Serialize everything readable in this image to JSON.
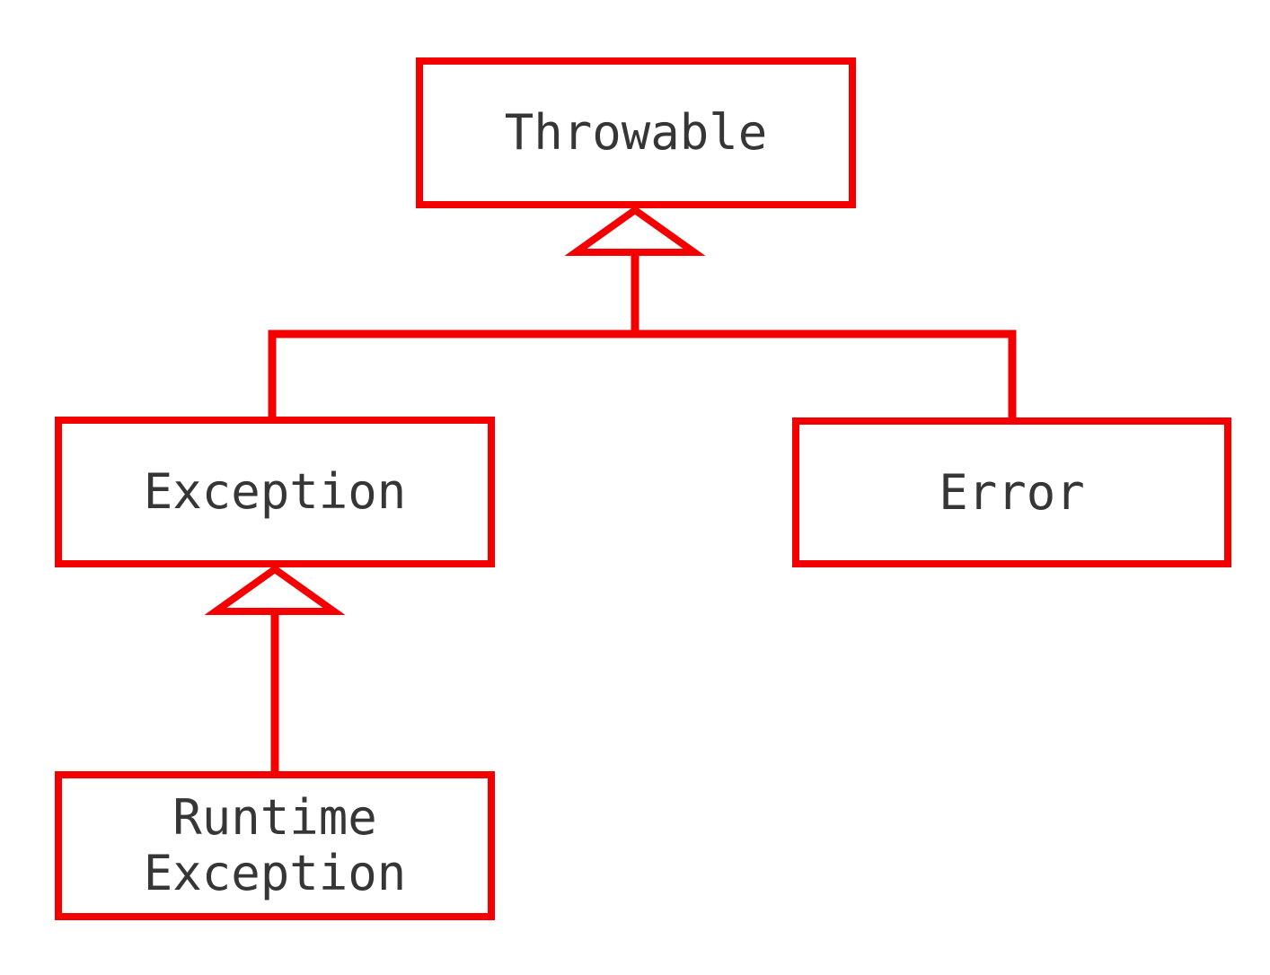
{
  "diagram": {
    "kind": "uml-inheritance-hierarchy",
    "nodes": [
      {
        "id": "throwable",
        "label": "Throwable"
      },
      {
        "id": "exception",
        "label": "Exception"
      },
      {
        "id": "error",
        "label": "Error"
      },
      {
        "id": "runtime-exception",
        "label": "Runtime Exception",
        "label_line1": "Runtime",
        "label_line2": "Exception"
      }
    ],
    "edges": [
      {
        "from": "Exception",
        "to": "Throwable",
        "type": "inheritance"
      },
      {
        "from": "Error",
        "to": "Throwable",
        "type": "inheritance"
      },
      {
        "from": "RuntimeException",
        "to": "Exception",
        "type": "inheritance"
      }
    ],
    "colors": {
      "line": "#f40000",
      "text": "#363636",
      "background": "#ffffff"
    }
  }
}
